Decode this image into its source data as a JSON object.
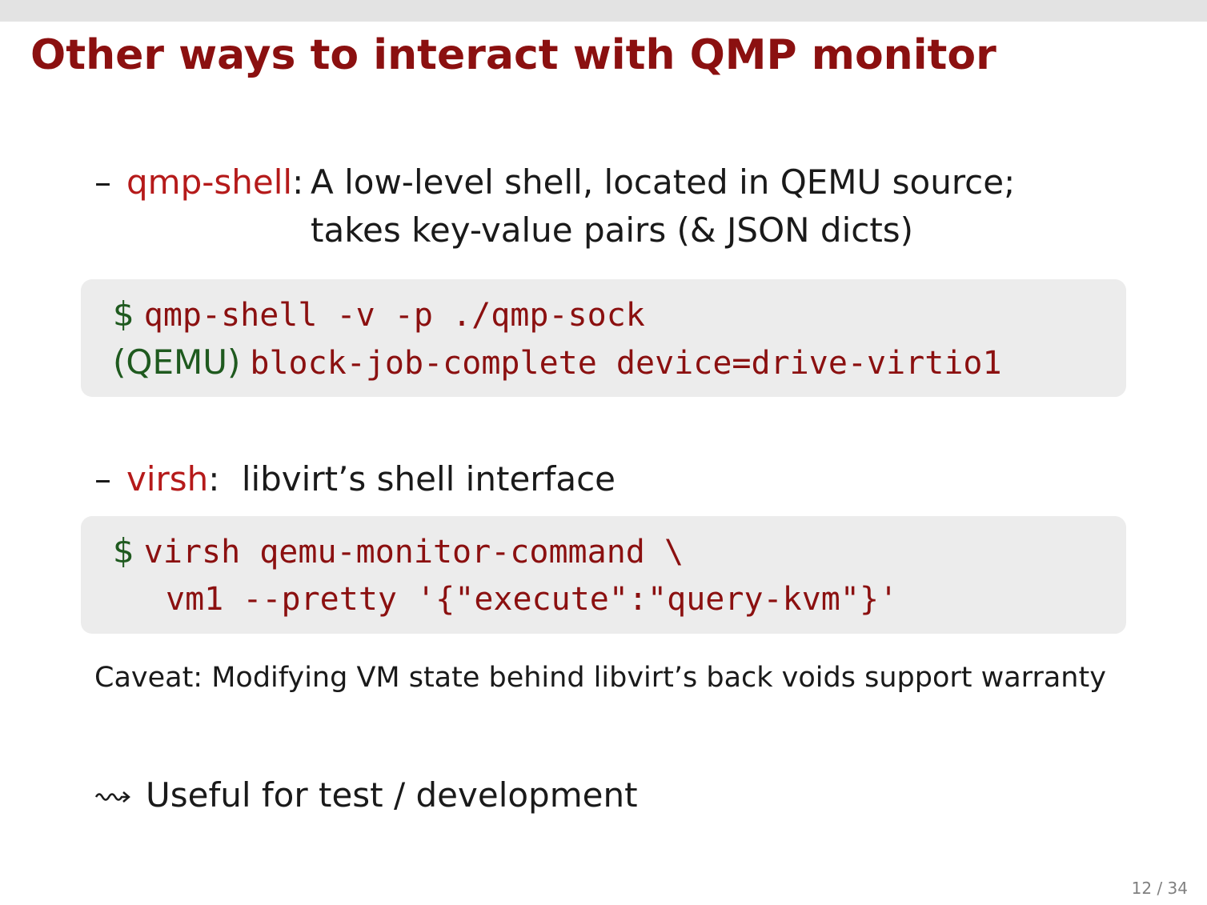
{
  "slide": {
    "title": "Other ways to interact with QMP monitor"
  },
  "items": [
    {
      "bullet": "–",
      "tool": "qmp-shell",
      "separator": ":",
      "description_lines": [
        "A low-level shell, located in QEMU source;",
        "takes key-value pairs (& JSON dicts)"
      ],
      "code_lines": [
        {
          "prompt": "$",
          "command": "qmp-shell -v -p ./qmp-sock"
        },
        {
          "prompt": "(QEMU)",
          "command": "block-job-complete device=drive-virtio1"
        }
      ]
    },
    {
      "bullet": "–",
      "tool": "virsh",
      "separator": ":",
      "description": "libvirt’s shell interface",
      "code_lines": [
        {
          "prompt": "$",
          "command": "virsh qemu-monitor-command \\"
        },
        {
          "prompt": "",
          "command": "vm1 --pretty '{\"execute\":\"query-kvm\"}'"
        }
      ]
    }
  ],
  "caveat": "Caveat: Modifying VM state behind libvirt’s back voids support warranty",
  "conclusion": {
    "icon": "leads-to-squiggly-arrow-icon",
    "text": "Useful for test / development"
  },
  "footer": {
    "page_number": "12 / 34"
  },
  "colors": {
    "title": "#8b1010",
    "tool_name": "#b51a1a",
    "code_text": "#8b1010",
    "prompt": "#1f5a1f",
    "code_background": "#ececec",
    "top_bar": "#e3e3e3",
    "page_number": "#808080"
  }
}
